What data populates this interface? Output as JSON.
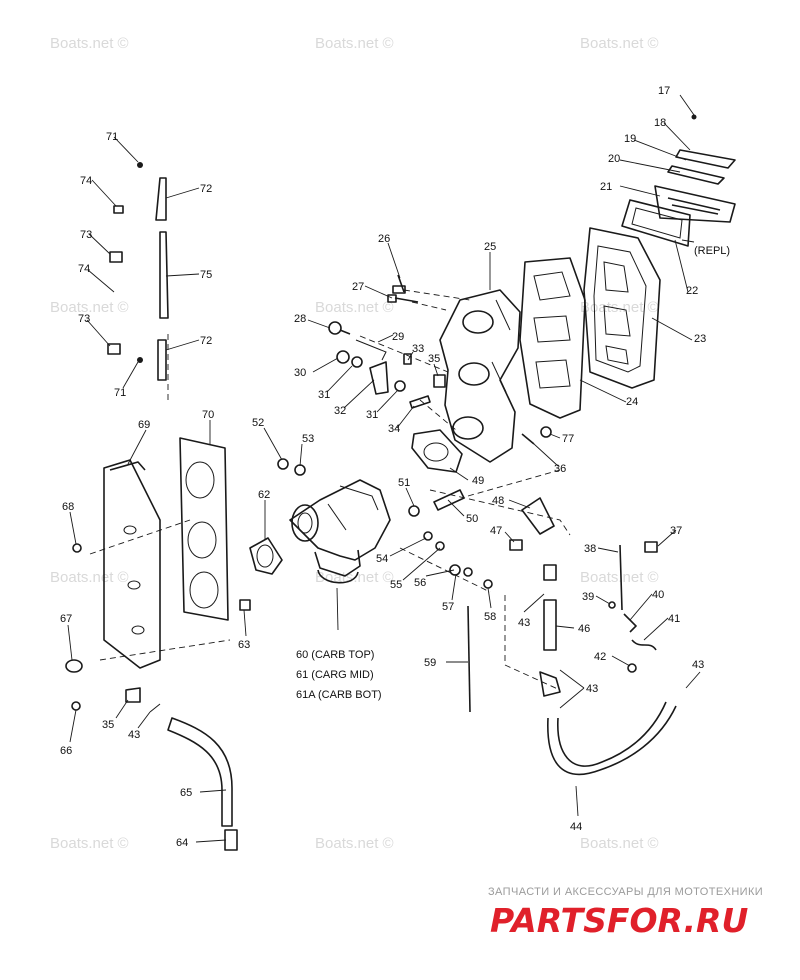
{
  "watermarks": [
    "Boats.net ©",
    "Boats.net ©",
    "Boats.net ©",
    "Boats.net ©",
    "Boats.net ©",
    "Boats.net ©",
    "Boats.net ©",
    "Boats.net ©",
    "Boats.net ©",
    "Boats.net ©",
    "Boats.net ©",
    "Boats.net ©"
  ],
  "labels": {
    "p17": "17",
    "p18": "18",
    "p19": "19",
    "p20": "20",
    "p21": "21",
    "p22": "22",
    "p23": "23",
    "p24": "24",
    "p25": "25",
    "p26": "26",
    "p27": "27",
    "p28": "28",
    "p29": "29",
    "p30": "30",
    "p31a": "31",
    "p31b": "31",
    "p32": "32",
    "p33": "33",
    "p34": "34",
    "p35a": "35",
    "p35b": "35",
    "p36": "36",
    "p37": "37",
    "p38": "38",
    "p39": "39",
    "p40": "40",
    "p41": "41",
    "p42": "42",
    "p43a": "43",
    "p43b": "43",
    "p43c": "43",
    "p43d": "43",
    "p44": "44",
    "p46": "46",
    "p47": "47",
    "p48": "48",
    "p49": "49",
    "p50": "50",
    "p51": "51",
    "p52": "52",
    "p53": "53",
    "p54": "54",
    "p55": "55",
    "p56": "56",
    "p57": "57",
    "p58": "58",
    "p59": "59",
    "p62": "62",
    "p63": "63",
    "p64": "64",
    "p65": "65",
    "p66": "66",
    "p67": "67",
    "p68": "68",
    "p69": "69",
    "p70": "70",
    "p71a": "71",
    "p71b": "71",
    "p72a": "72",
    "p72b": "72",
    "p73a": "73",
    "p73b": "73",
    "p74a": "74",
    "p74b": "74",
    "p75": "75",
    "p77": "77",
    "repl": "(REPL)",
    "carb_top": "60 (CARB TOP)",
    "carb_mid": "61 (CARG MID)",
    "carb_bot": "61A (CARB BOT)"
  },
  "brand": {
    "tagline": "ЗАПЧАСТИ И АКСЕССУАРЫ ДЛЯ МОТОТЕХНИКИ",
    "logo": "PARTSFOR.RU",
    "logo_color": "#e0202a"
  }
}
